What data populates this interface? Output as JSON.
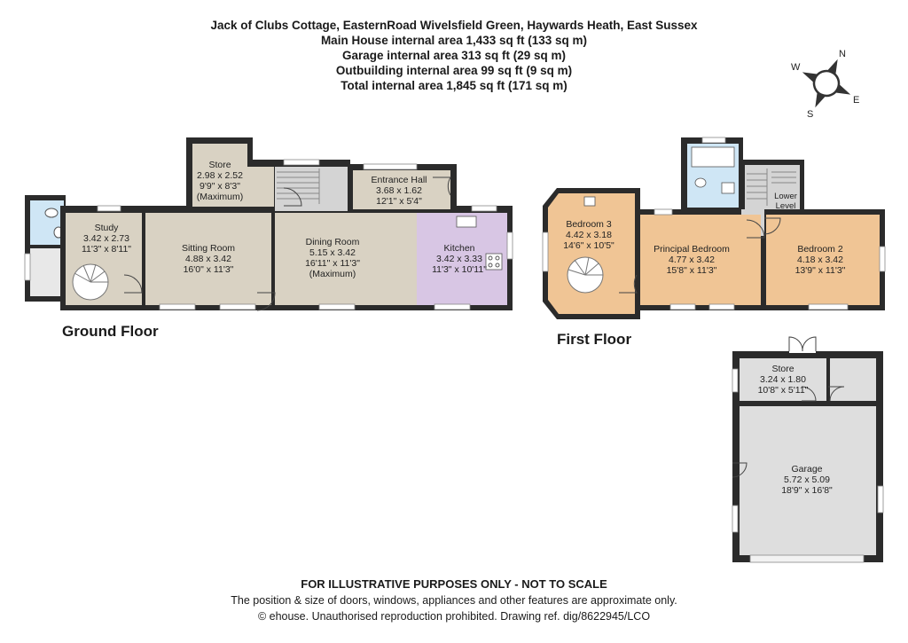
{
  "header": {
    "address": "Jack of Clubs Cottage, EasternRoad Wivelsfield Green, Haywards Heath, East Sussex",
    "main_house": "Main House internal area 1,433 sq ft (133 sq m)",
    "garage": "Garage internal area 313 sq ft (29 sq m)",
    "outbuilding": "Outbuilding internal area 99 sq ft (9 sq m)",
    "total": "Total internal area 1,845 sq ft (171 sq m)"
  },
  "compass": {
    "n": "N",
    "s": "S",
    "e": "E",
    "w": "W"
  },
  "floors": {
    "ground": "Ground Floor",
    "first": "First Floor"
  },
  "rooms": {
    "store_gf": {
      "name": "Store",
      "metric": "2.98 x 2.52",
      "imperial": "9'9\" x 8'3\"",
      "note": "(Maximum)"
    },
    "entrance_hall": {
      "name": "Entrance Hall",
      "metric": "3.68 x 1.62",
      "imperial": "12'1\" x 5'4\""
    },
    "study": {
      "name": "Study",
      "metric": "3.42 x 2.73",
      "imperial": "11'3\" x 8'11\""
    },
    "sitting_room": {
      "name": "Sitting Room",
      "metric": "4.88 x 3.42",
      "imperial": "16'0\" x 11'3\""
    },
    "dining_room": {
      "name": "Dining Room",
      "metric": "5.15 x 3.42",
      "imperial": "16'11\" x 11'3\"",
      "note": "(Maximum)"
    },
    "kitchen": {
      "name": "Kitchen",
      "metric": "3.42 x 3.33",
      "imperial": "11'3\" x 10'11\""
    },
    "bedroom3": {
      "name": "Bedroom 3",
      "metric": "4.42 x 3.18",
      "imperial": "14'6\" x 10'5\""
    },
    "principal_bedroom": {
      "name": "Principal Bedroom",
      "metric": "4.77 x 3.42",
      "imperial": "15'8\" x 11'3\""
    },
    "bedroom2": {
      "name": "Bedroom 2",
      "metric": "4.18 x 3.42",
      "imperial": "13'9\" x 11'3\""
    },
    "lower_level": {
      "line1": "Lower",
      "line2": "Level"
    },
    "store_out": {
      "name": "Store",
      "metric": "3.24 x 1.80",
      "imperial": "10'8\" x 5'11\""
    },
    "garage": {
      "name": "Garage",
      "metric": "5.72 x 5.09",
      "imperial": "18'9\" x 16'8\""
    }
  },
  "footer": {
    "disclaimer": "FOR ILLUSTRATIVE PURPOSES ONLY - NOT TO SCALE",
    "note": "The position & size of doors, windows, appliances and other features are approximate only.",
    "copyright": "© ehouse. Unauthorised reproduction prohibited. Drawing ref. dig/8622945/LCO"
  },
  "colors": {
    "wall": "#2b2b2b",
    "ground_rooms": "#d9d2c3",
    "kitchen": "#d8c6e4",
    "first_rooms": "#f0c595",
    "bathroom": "#cfe6f5",
    "hall": "#d4d4d4",
    "garage": "#dedede"
  }
}
